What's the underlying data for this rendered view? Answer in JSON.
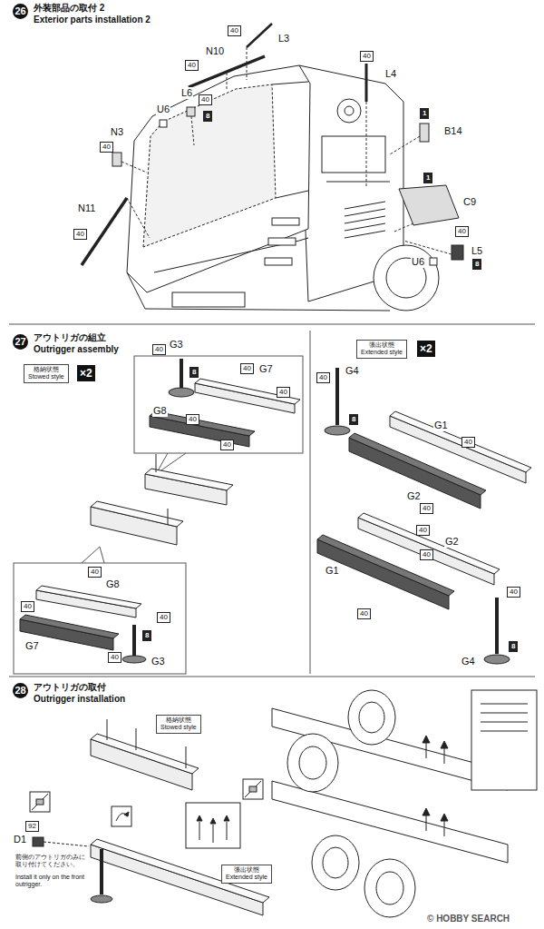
{
  "diagram": {
    "nodes": [
      {
        "text": [
          "26"
        ]
      },
      {
        "text": [
          "40"
        ]
      },
      {
        "text": [
          "40"
        ]
      },
      {
        "text": [
          "40"
        ]
      },
      {
        "text": [
          "40"
        ]
      },
      {
        "text": [
          "8"
        ]
      },
      {
        "text": [
          "1"
        ]
      },
      {
        "text": [
          "40"
        ]
      },
      {
        "text": [
          "1"
        ]
      },
      {
        "text": [
          "40"
        ]
      },
      {
        "text": [
          "40"
        ]
      },
      {
        "text": [
          "8"
        ]
      },
      {
        "text": [
          "27"
        ]
      },
      {
        "text": [
          "格納状態",
          "Stowed style"
        ]
      },
      {
        "text": [
          "×2"
        ]
      },
      {
        "text": [
          "張出状態",
          "Extended style"
        ]
      },
      {
        "text": [
          "×2"
        ]
      },
      {
        "text": [
          "40"
        ]
      },
      {
        "text": [
          "40"
        ]
      },
      {
        "text": [
          "40"
        ]
      },
      {
        "text": [
          "8"
        ]
      },
      {
        "text": [
          "40"
        ]
      },
      {
        "text": [
          "40"
        ]
      },
      {
        "text": [
          "8"
        ]
      },
      {
        "text": [
          "40"
        ]
      },
      {
        "text": [
          "40"
        ]
      },
      {
        "text": [
          "40"
        ]
      },
      {
        "text": [
          "40"
        ]
      },
      {
        "text": [
          "40"
        ]
      },
      {
        "text": [
          "40"
        ]
      },
      {
        "text": [
          "40"
        ]
      },
      {
        "text": [
          "40"
        ]
      },
      {
        "text": [
          "40"
        ]
      },
      {
        "text": [
          "40"
        ]
      },
      {
        "text": [
          "8"
        ]
      },
      {
        "text": [
          "40"
        ]
      },
      {
        "text": [
          "8"
        ]
      },
      {
        "text": [
          "28"
        ]
      },
      {
        "text": [
          "格納状態",
          "Stowed style"
        ]
      },
      {
        "text": [
          "92"
        ]
      },
      {
        "text": [
          "張出状態",
          "Extended style"
        ]
      }
    ],
    "labels": [
      "外装部品の取付 2",
      "Exterior parts installation 2",
      "L3",
      "N10",
      "L4",
      "L6",
      "U6",
      "N3",
      "B14",
      "C9",
      "N11",
      "L5",
      "U6",
      "アウトリガの組立",
      "Outrigger assembly",
      "G3",
      "G7",
      "G8",
      "G4",
      "G1",
      "G2",
      "G2",
      "G8",
      "G1",
      "G7",
      "G3",
      "G4",
      "アウトリガの取付",
      "Outrigger installation",
      "D1",
      "前側のアウトリガのみに取り付けてください。",
      "Install it only on the front outrigger.",
      "© HOBBY SEARCH"
    ]
  }
}
